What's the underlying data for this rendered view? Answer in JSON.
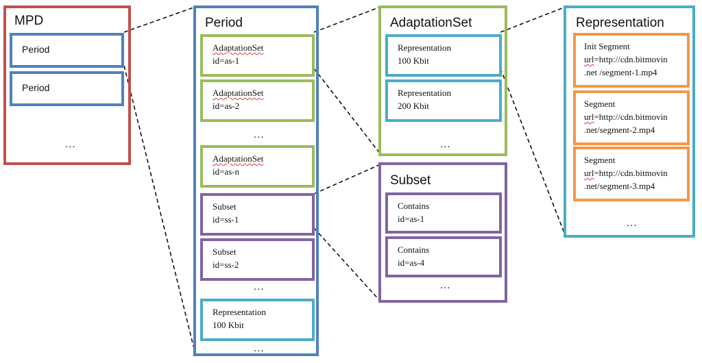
{
  "colors": {
    "mpd": "#c0504d",
    "period": "#4f81bd",
    "adaptation": "#9bbb59",
    "representation": "#4bacc6",
    "subset": "#8064a2",
    "segment": "#f79646",
    "connector": "#111111"
  },
  "mpd": {
    "title": "MPD",
    "items": [
      "Period",
      "Period"
    ],
    "ellipsis": "..."
  },
  "period": {
    "title": "Period",
    "adaptation_sets": [
      {
        "name": "AdaptationSet",
        "id": "id=as-1"
      },
      {
        "name": "AdaptationSet",
        "id": "id=as-2"
      }
    ],
    "ellipsis1": "...",
    "adaptation_set_n": {
      "name": "AdaptationSet",
      "id": "id=as-n"
    },
    "subsets": [
      {
        "name": "Subset",
        "id": "id=ss-1"
      },
      {
        "name": "Subset",
        "id": "id=ss-2"
      }
    ],
    "ellipsis2": "...",
    "representation": {
      "name": "Representation",
      "bitrate": "100 Kbit"
    },
    "ellipsis3": "..."
  },
  "adaptation_set": {
    "title": "AdaptationSet",
    "representations": [
      {
        "name": "Representation",
        "bitrate": "100 Kbit"
      },
      {
        "name": "Representation",
        "bitrate": "200 Kbit"
      }
    ],
    "ellipsis": "..."
  },
  "subset": {
    "title": "Subset",
    "contains": [
      {
        "name": "Contains",
        "id": "id=as-1"
      },
      {
        "name": "Contains",
        "id": "id=as-4"
      }
    ],
    "ellipsis": "..."
  },
  "representation": {
    "title": "Representation",
    "segments": [
      {
        "name": "Init Segment",
        "url_key": "url",
        "url_rest": "=http://cdn.bitmovin",
        "url_line2": ".net /segment-1.mp4"
      },
      {
        "name": "Segment",
        "url_key": "url",
        "url_rest": "=http://cdn.bitmovin",
        "url_line2": ".net/segment-2.mp4"
      },
      {
        "name": "Segment",
        "url_key": "url",
        "url_rest": "=http://cdn.bitmovin",
        "url_line2": ".net/segment-3.mp4"
      }
    ],
    "ellipsis": "..."
  }
}
